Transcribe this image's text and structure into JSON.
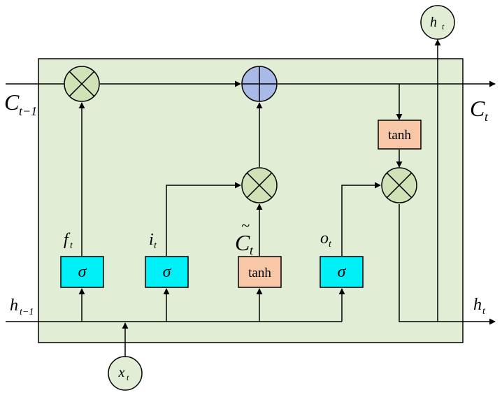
{
  "colors": {
    "cell_fill": "#e2edd6",
    "multiply_fill": "#cfe3b6",
    "add_fill": "#a9b9e8",
    "sigma_fill": "#00f0f8",
    "tanh_fill": "#f8c7a8",
    "io_fill": "#e2edd6",
    "stroke": "#000000"
  },
  "labels": {
    "c_prev_main": "C",
    "c_prev_sub": "t−1",
    "c_out_main": "C",
    "c_out_sub": "t",
    "h_prev_main": "h",
    "h_prev_sub": "t−1",
    "h_out_main": "h",
    "h_out_sub": "t",
    "h_top_main": "h",
    "h_top_sub": "t",
    "x_main": "x",
    "x_sub": "t",
    "f_main": "f",
    "f_sub": "t",
    "i_main": "i",
    "i_sub": "t",
    "ctilde_main": "C",
    "ctilde_tilde": "~",
    "ctilde_sub": "t",
    "o_main": "o",
    "o_sub": "t"
  },
  "gates": {
    "forget": "σ",
    "input": "σ",
    "candidate": "tanh",
    "output": "σ",
    "cell_tanh": "tanh"
  },
  "operators": {
    "multiply": "×",
    "add": "+"
  }
}
